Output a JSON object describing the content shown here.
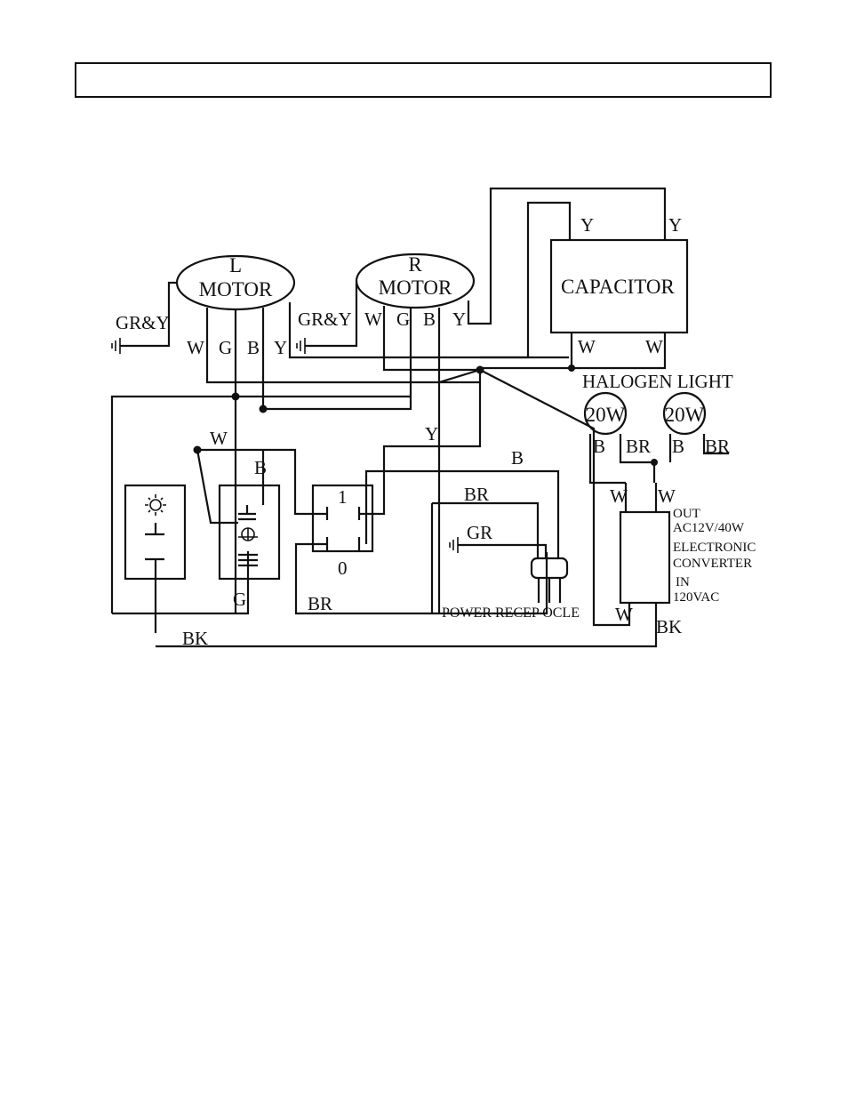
{
  "header": {
    "title": ""
  },
  "left_motor": {
    "name": "L",
    "label": "MOTOR",
    "ground_label": "GR&Y",
    "terminals": [
      "W",
      "G",
      "B",
      "Y"
    ]
  },
  "right_motor": {
    "name": "R",
    "label": "MOTOR",
    "ground_label": "GR&Y",
    "terminals": [
      "W",
      "G",
      "B",
      "Y"
    ]
  },
  "capacitor": {
    "label": "CAPACITOR",
    "top_terminals": [
      "Y",
      "Y"
    ],
    "bottom_terminals": [
      "W",
      "W"
    ]
  },
  "halogen": {
    "title": "HALOGEN LIGHT",
    "lamps": [
      {
        "watts": "20W",
        "terminals": [
          "B",
          "BR"
        ]
      },
      {
        "watts": "20W",
        "terminals": [
          "B",
          "BR"
        ]
      }
    ]
  },
  "converter": {
    "out_label": "OUT",
    "out_rating": "AC12V/40W",
    "name_line1": "ELECTRONIC",
    "name_line2": "CONVERTER",
    "in_label": "IN",
    "in_rating": "120VAC",
    "top_terminals": [
      "W",
      "W"
    ],
    "bottom_terminals": [
      "W",
      "BK"
    ]
  },
  "switch": {
    "on_label": "1",
    "off_label": "0"
  },
  "receptacle": {
    "label": "POWER RECEP OCLE",
    "ground_label": "GR"
  },
  "wires": {
    "w": "W",
    "b": "B",
    "g": "G",
    "y": "Y",
    "br_top": "BR",
    "br_bottom": "BR",
    "bk": "BK"
  },
  "colors": {
    "line": "#111111",
    "background": "#ffffff"
  }
}
